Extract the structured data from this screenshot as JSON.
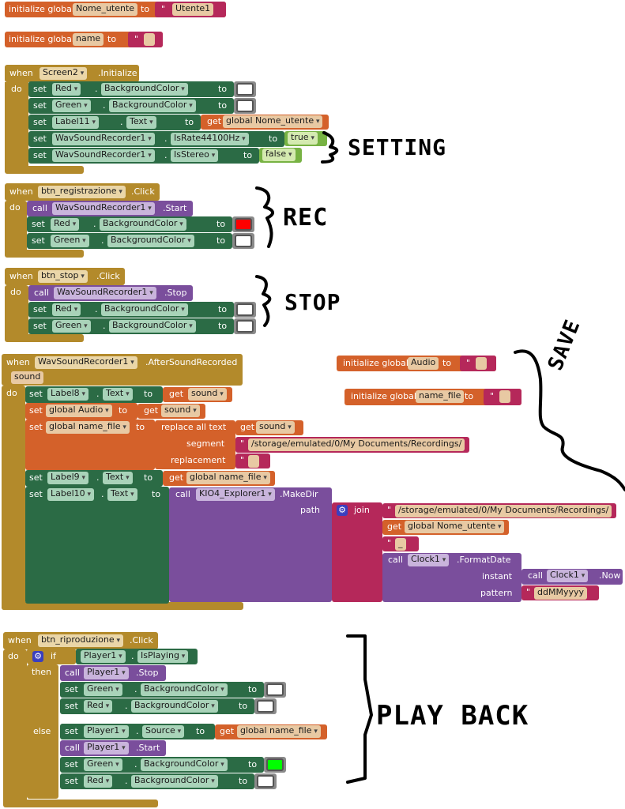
{
  "globals": {
    "nome_utente": {
      "kw": "initialize global",
      "name": "Nome_utente",
      "to": "to",
      "value": "Utente1"
    },
    "name": {
      "kw": "initialize global",
      "name": "name",
      "to": "to",
      "value": ""
    },
    "audio": {
      "kw": "initialize global",
      "name": "Audio",
      "to": "to",
      "value": ""
    },
    "name_file": {
      "kw": "initialize global",
      "name": "name_file",
      "to": "to",
      "value": ""
    }
  },
  "kw": {
    "when": "when",
    "do": "do",
    "set": "set",
    "to": "to",
    "call": "call",
    "get": "get",
    "dot": ".",
    "if": "if",
    "then": "then",
    "else": "else",
    "join": "join"
  },
  "screen_init": {
    "component": "Screen2",
    "event": ".Initialize",
    "rows": [
      {
        "comp": "Red",
        "prop": "BackgroundColor",
        "color": "#ffffff"
      },
      {
        "comp": "Green",
        "prop": "BackgroundColor",
        "color": "#ffffff"
      },
      {
        "comp": "Label11",
        "prop": "Text",
        "get": "global Nome_utente"
      },
      {
        "comp": "WavSoundRecorder1",
        "prop": "IsRate44100Hz",
        "bool": "true"
      },
      {
        "comp": "WavSoundRecorder1",
        "prop": "IsStereo",
        "bool": "false"
      }
    ]
  },
  "btn_rec": {
    "component": "btn_registrazione",
    "event": ".Click",
    "call_comp": "WavSoundRecorder1",
    "call_method": ".Start",
    "rows": [
      {
        "comp": "Red",
        "prop": "BackgroundColor",
        "color": "#ff0000"
      },
      {
        "comp": "Green",
        "prop": "BackgroundColor",
        "color": "#ffffff"
      }
    ]
  },
  "btn_stop": {
    "component": "btn_stop",
    "event": ".Click",
    "call_comp": "WavSoundRecorder1",
    "call_method": ".Stop",
    "rows": [
      {
        "comp": "Red",
        "prop": "BackgroundColor",
        "color": "#ffffff"
      },
      {
        "comp": "Green",
        "prop": "BackgroundColor",
        "color": "#ffffff"
      }
    ]
  },
  "after_sound": {
    "component": "WavSoundRecorder1",
    "event": ".AfterSoundRecorded",
    "param": "sound",
    "label8": {
      "comp": "Label8",
      "prop": "Text",
      "get": "sound"
    },
    "audio": {
      "var": "global Audio",
      "get": "sound"
    },
    "name_file": {
      "var": "global name_file",
      "op": "replace all text",
      "get": "sound",
      "segment_label": "segment",
      "segment": "/storage/emulated/0/My Documents/Recordings/",
      "replacement_label": "replacement",
      "replacement": ""
    },
    "label9": {
      "comp": "Label9",
      "prop": "Text",
      "get": "global name_file"
    },
    "label10": {
      "comp": "Label10",
      "prop": "Text",
      "call_comp": "KIO4_Explorer1",
      "call_method": ".MakeDir",
      "path_label": "path",
      "join_1": "/storage/emulated/0/My Documents/Recordings/",
      "join_2": "global Nome_utente",
      "join_3": "_",
      "fmt_comp": "Clock1",
      "fmt_method": ".FormatDate",
      "instant_label": "instant",
      "instant_comp": "Clock1",
      "instant_method": ".Now",
      "pattern_label": "pattern",
      "pattern": "ddMMyyyy"
    }
  },
  "btn_play": {
    "component": "btn_riproduzione",
    "event": ".Click",
    "cond_comp": "Player1",
    "cond_prop": "IsPlaying",
    "then_call_comp": "Player1",
    "then_call_method": ".Stop",
    "then_rows": [
      {
        "comp": "Green",
        "prop": "BackgroundColor",
        "color": "#ffffff"
      },
      {
        "comp": "Red",
        "prop": "BackgroundColor",
        "color": "#ffffff"
      }
    ],
    "else_source": {
      "comp": "Player1",
      "prop": "Source",
      "get": "global name_file"
    },
    "else_call_comp": "Player1",
    "else_call_method": ".Start",
    "else_rows": [
      {
        "comp": "Green",
        "prop": "BackgroundColor",
        "color": "#00ff00"
      },
      {
        "comp": "Red",
        "prop": "BackgroundColor",
        "color": "#ffffff"
      }
    ]
  },
  "annotations": {
    "setting": "SETTING",
    "rec": "REC",
    "stop": "STOP",
    "save": "SAVE",
    "playback": "PLAY BACK"
  }
}
